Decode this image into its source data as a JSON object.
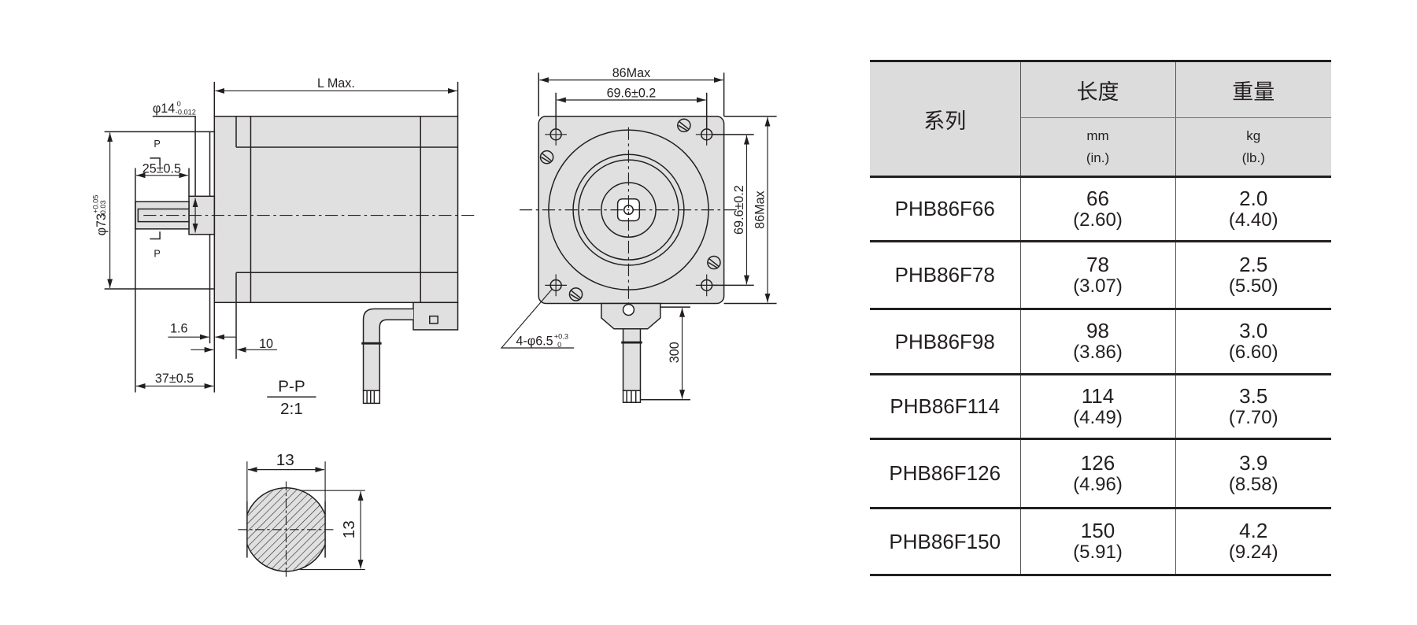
{
  "drawing": {
    "side_view": {
      "length_label": "L Max.",
      "shaft_dia_label": "φ14",
      "shaft_dia_tol_upper": "0",
      "shaft_dia_tol_lower": "-0.012",
      "pilot_dia_label": "φ73",
      "pilot_dia_tol_upper": "+0.05",
      "pilot_dia_tol_lower": "-0.03",
      "section_mark_top": "P",
      "section_mark_bottom": "P",
      "shaft_length_label": "25±0.5",
      "shaft_total_label": "37±0.5",
      "flange_thickness_label": "1.6",
      "flange_offset_label": "10",
      "section_title": "P-P",
      "section_scale": "2:1"
    },
    "front_view": {
      "overall_width_label": "86Max",
      "hole_spacing_label": "69.6±0.2",
      "overall_height_label": "86Max",
      "hole_spacing_v_label": "69.6±0.2",
      "cable_length_label": "300",
      "holes_label": "4-φ6.5",
      "holes_tol_upper": "+0.3",
      "holes_tol_lower": "0"
    },
    "section": {
      "width_label": "13",
      "height_label": "13"
    }
  },
  "table": {
    "header": {
      "series": "系列",
      "length": "长度",
      "weight": "重量",
      "length_unit": "mm",
      "length_unit_alt": "(in.)",
      "weight_unit": "kg",
      "weight_unit_alt": "(lb.)"
    },
    "rows": [
      {
        "model": "PHB86F66",
        "length_mm": "66",
        "length_in": "(2.60)",
        "weight_kg": "2.0",
        "weight_lb": "(4.40)"
      },
      {
        "model": "PHB86F78",
        "length_mm": "78",
        "length_in": "(3.07)",
        "weight_kg": "2.5",
        "weight_lb": "(5.50)"
      },
      {
        "model": "PHB86F98",
        "length_mm": "98",
        "length_in": "(3.86)",
        "weight_kg": "3.0",
        "weight_lb": "(6.60)"
      },
      {
        "model": "PHB86F114",
        "length_mm": "114",
        "length_in": "(4.49)",
        "weight_kg": "3.5",
        "weight_lb": "(7.70)"
      },
      {
        "model": "PHB86F126",
        "length_mm": "126",
        "length_in": "(4.96)",
        "weight_kg": "3.9",
        "weight_lb": "(8.58)"
      },
      {
        "model": "PHB86F150",
        "length_mm": "150",
        "length_in": "(5.91)",
        "weight_kg": "4.2",
        "weight_lb": "(9.24)"
      }
    ]
  }
}
